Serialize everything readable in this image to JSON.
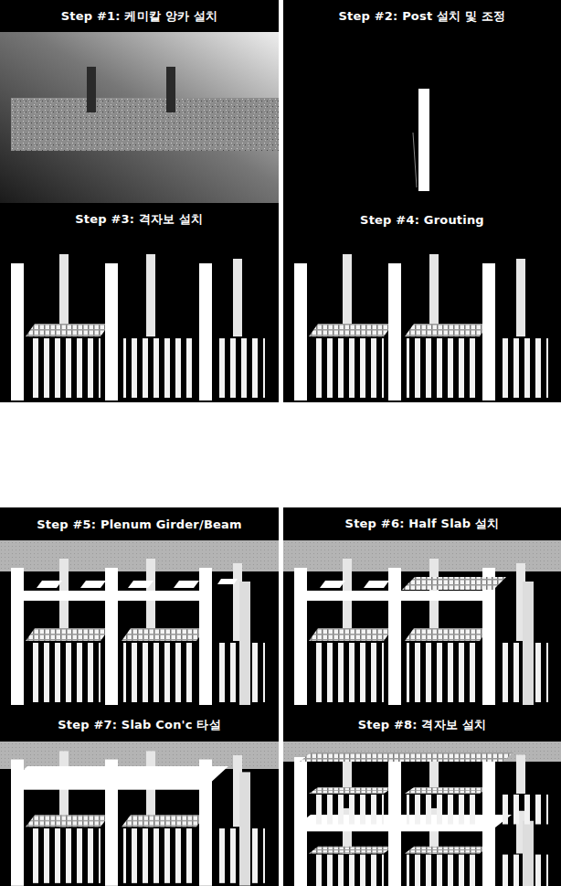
{
  "diagram": {
    "nodes": [
      {
        "text": [
          "Step #1: 케미칼 앙카 설치"
        ]
      },
      {
        "text": [
          "Step #2: Post 설치 및 조정"
        ]
      },
      {
        "text": [
          "Step #3: 격자보 설치"
        ]
      },
      {
        "text": [
          "Step #4: Grouting"
        ]
      },
      {
        "text": [
          "Step #5: Plenum Girder/Beam"
        ]
      },
      {
        "text": [
          "Step #6: Half Slab 설치"
        ]
      },
      {
        "text": [
          "Step #7: Slab Con'c 타설"
        ]
      },
      {
        "text": [
          "Step #8: 격자보 설치"
        ]
      }
    ]
  }
}
